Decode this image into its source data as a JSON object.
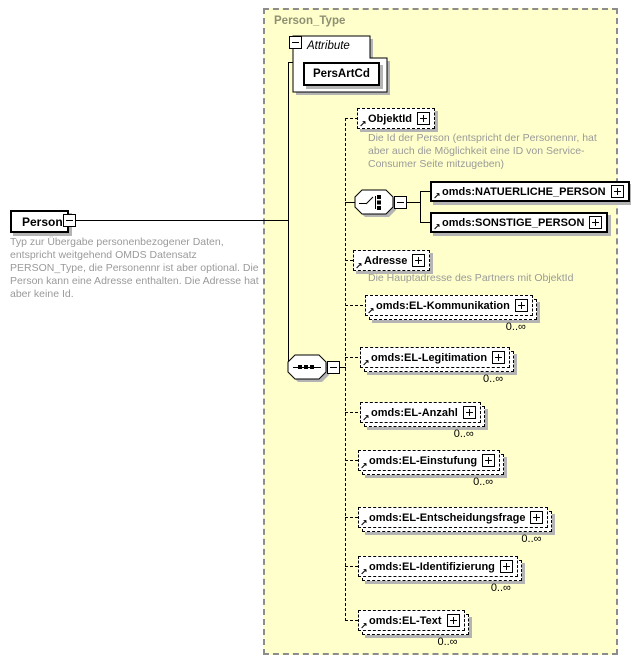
{
  "diagram": {
    "root": {
      "label": "Person",
      "description": "Typ zur Übergabe personenbezogener Daten, entspricht weitgehend OMDS Datensatz PERSON_Type, die Personennr ist aber optional. Die Person kann eine Adresse enthalten. Die Adresse hat aber keine Id."
    },
    "model_group": {
      "title": "Person_Type"
    },
    "attribute_block": {
      "header": "Attribute",
      "attribute_name": "PersArtCd"
    },
    "elements": {
      "objektid": {
        "label": "ObjektId",
        "description": "Die Id der Person (entspricht der Personennr, hat aber auch die Möglichkeit eine ID von Service-Consumer Seite mitzugeben)"
      },
      "natuerliche_person": {
        "label": "omds:NATUERLICHE_PERSON"
      },
      "sonstige_person": {
        "label": "omds:SONSTIGE_PERSON"
      },
      "adresse": {
        "label": "Adresse",
        "description": "Die Hauptadresse des Partners mit ObjektId"
      },
      "el_kommunikation": {
        "label": "omds:EL-Kommunikation",
        "occurrence": "0..∞"
      },
      "el_legitimation": {
        "label": "omds:EL-Legitimation",
        "occurrence": "0..∞"
      },
      "el_anzahl": {
        "label": "omds:EL-Anzahl",
        "occurrence": "0..∞"
      },
      "el_einstufung": {
        "label": "omds:EL-Einstufung",
        "occurrence": "0..∞"
      },
      "el_entscheidungsfrage": {
        "label": "omds:EL-Entscheidungsfrage",
        "occurrence": "0..∞"
      },
      "el_identifizierung": {
        "label": "omds:EL-Identifizierung",
        "occurrence": "0..∞"
      },
      "el_text": {
        "label": "omds:EL-Text",
        "occurrence": "0..∞"
      }
    },
    "colors": {
      "container_fill": "#ffffcb",
      "container_border": "#8c8c8c",
      "container_title": "#8f8f74",
      "annotation_text": "#9a9a9a",
      "node_border": "#000000",
      "node_fill": "#ffffff",
      "shadow": "#b4b4b4"
    }
  }
}
